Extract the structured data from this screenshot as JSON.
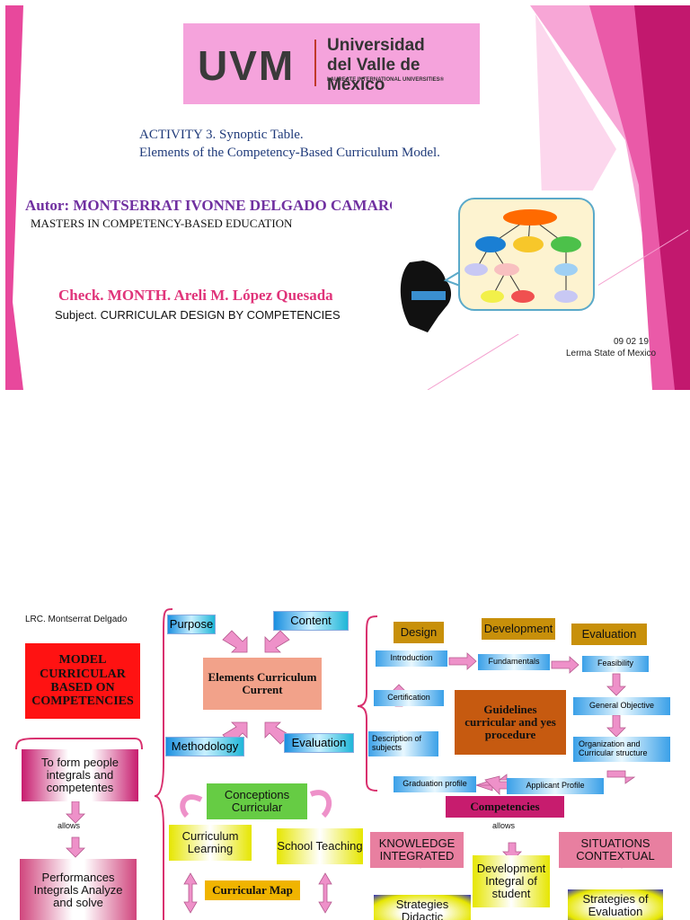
{
  "slide1": {
    "logo": {
      "brand": "UVM",
      "line1": "Universidad",
      "line2": "del Valle de México",
      "line3": "LAUREATE INTERNATIONAL UNIVERSITIES®"
    },
    "activity_line1": "ACTIVITY 3. Synoptic Table.",
    "activity_line2": "Elements of the Competency-Based Curriculum Model.",
    "author": "Autor: MONTSERRAT IVONNE DELGADO CAMARGO",
    "masters": "MASTERS IN COMPETENCY-BASED EDUCATION",
    "check": "Check. MONTH. Areli M. López Quesada",
    "subject": "Subject. CURRICULAR DESIGN BY COMPETENCIES",
    "date": "09 02 19",
    "place": "Lerma State of Mexico",
    "colors": {
      "pink_light": "#f9a8d4",
      "pink_mid": "#e8489c",
      "pink_dark": "#c2186e"
    }
  },
  "slide2": {
    "credit": "LRC. Montserrat Delgado",
    "model_title": "MODEL CURRICULAR BASED ON COMPETENCIES",
    "form_people": "To form people integrals and competentes",
    "allows1": "allows",
    "performances": "Performances Integrals Analyze and solve",
    "purpose": "Purpose",
    "content": "Content",
    "elements": "Elements Curriculum Current",
    "methodology": "Methodology",
    "evaluation_left": "Evaluation",
    "conceptions": "Conceptions Curricular",
    "curriculum_learning": "Curriculum Learning",
    "school_teaching": "School Teaching",
    "curricular_map": "Curricular Map",
    "design": "Design",
    "development": "Development",
    "evaluation_right": "Evaluation",
    "introduction": "Introduction",
    "fundamentals": "Fundamentals",
    "feasibility": "Feasibility",
    "certification": "Certification",
    "guidelines": "Guidelines curricular and yes procedure",
    "general_objective": "General Objective",
    "description_subjects": "Description of subjects",
    "organization": "Organization and Curricular structure",
    "graduation_profile": "Graduation profile",
    "applicant_profile": "Applicant Profile",
    "competencies": "Competencies",
    "allows2": "allows",
    "knowledge": "KNOWLEDGE INTEGRATED",
    "development_integral": "Development Integral of student",
    "situations": "SITUATIONS CONTEXTUAL",
    "strategies_didactic": "Strategies Didactic",
    "strategies_evaluation": "Strategies of Evaluation"
  }
}
